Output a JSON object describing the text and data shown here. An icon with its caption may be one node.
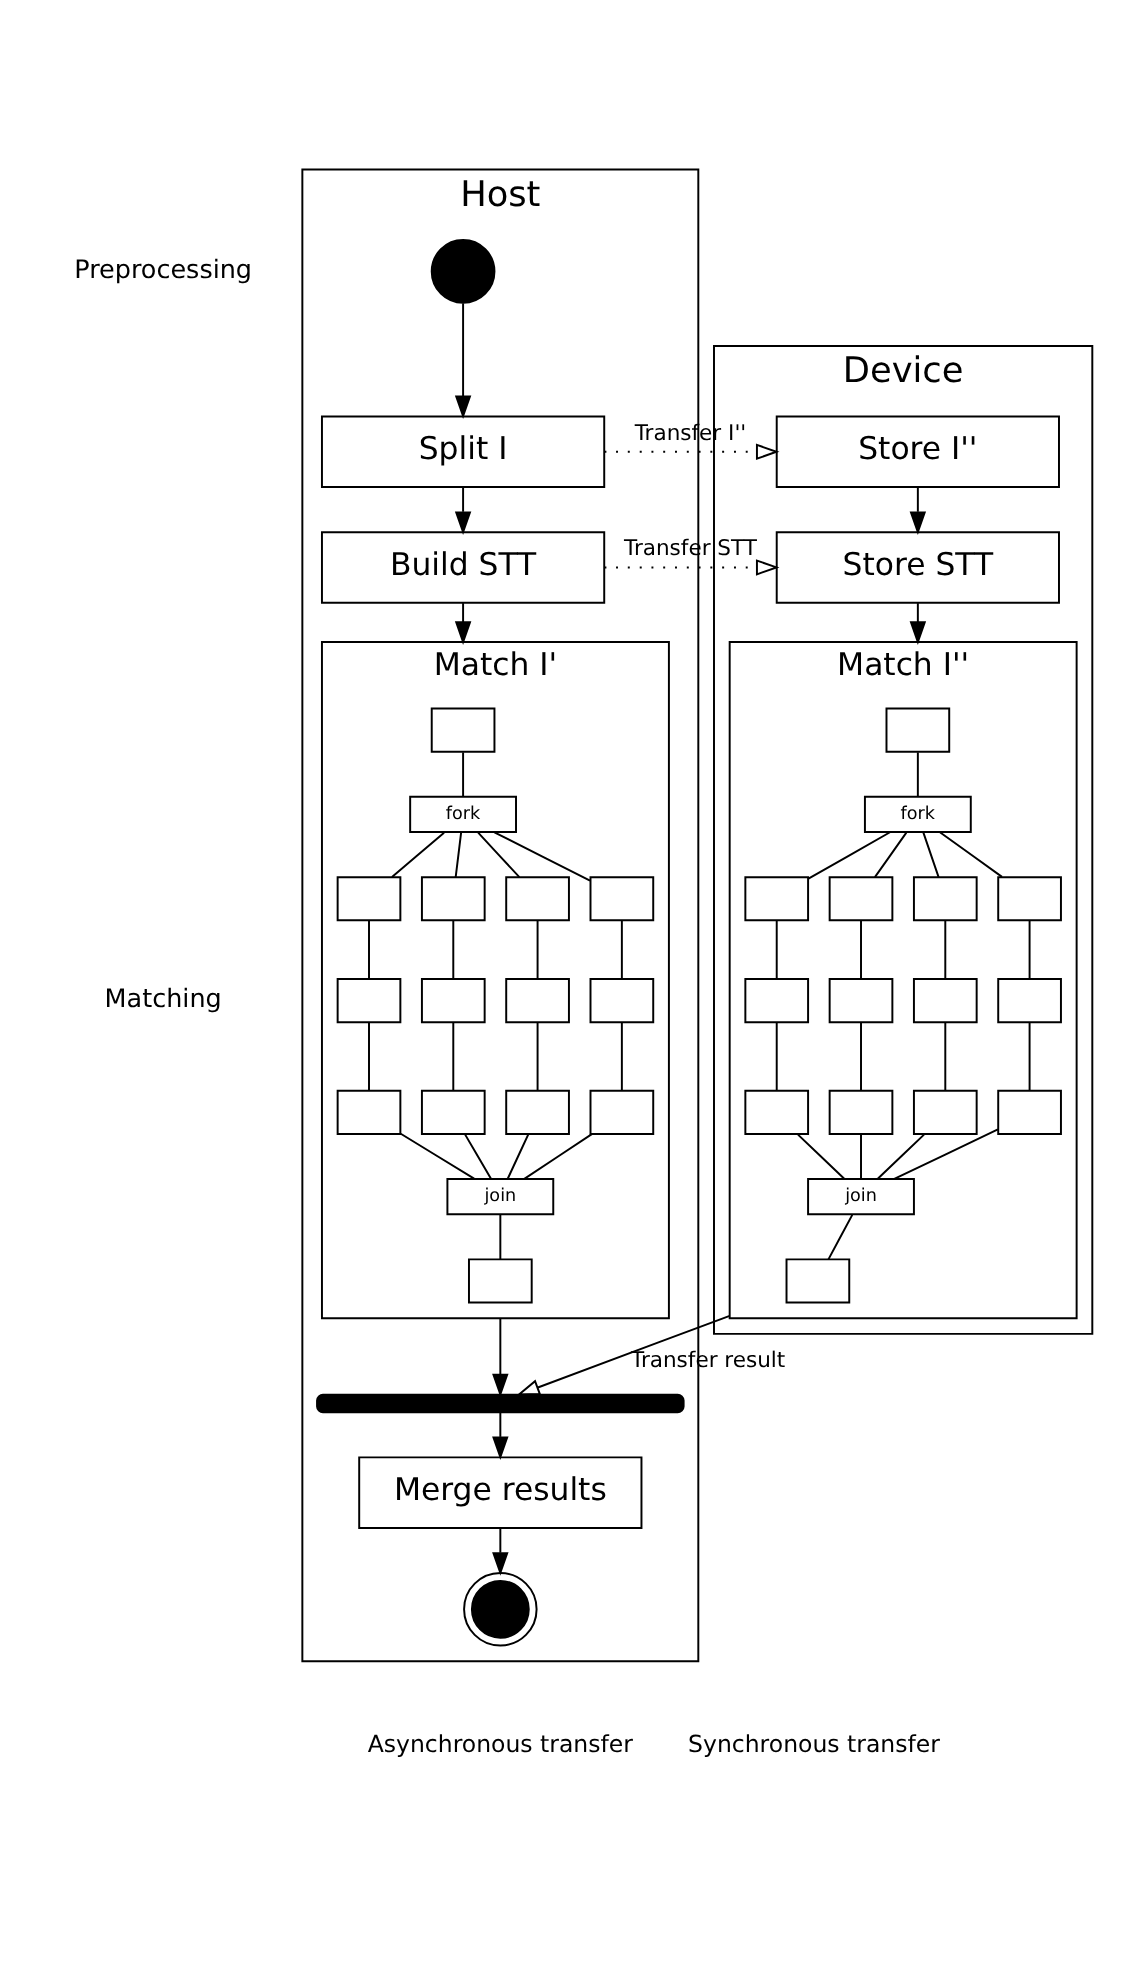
{
  "diagram": {
    "nodes": [
      {
        "text": [
          "Host"
        ]
      },
      {
        "text": [
          "Device"
        ]
      },
      {
        "text": [],
        "shape": "circle",
        "in": 0
      },
      {
        "text": [
          "Split I"
        ],
        "in": 0
      },
      {
        "text": [
          "Build STT"
        ],
        "in": 0
      },
      {
        "text": [
          "Store I''"
        ],
        "in": 1
      },
      {
        "text": [
          "Store STT"
        ],
        "in": 1
      },
      {
        "text": [
          "Match I'"
        ],
        "in": 0
      },
      {
        "text": [],
        "shape": "box",
        "in": 7
      },
      {
        "text": [
          "fork"
        ],
        "in": 7
      },
      {
        "text": [],
        "shape": "box",
        "in": 7
      },
      {
        "text": [],
        "shape": "box",
        "in": 7
      },
      {
        "text": [],
        "shape": "box",
        "in": 7
      },
      {
        "text": [],
        "shape": "box",
        "in": 7
      },
      {
        "text": [],
        "shape": "box",
        "in": 7
      },
      {
        "text": [],
        "shape": "box",
        "in": 7
      },
      {
        "text": [],
        "shape": "box",
        "in": 7
      },
      {
        "text": [],
        "shape": "box",
        "in": 7
      },
      {
        "text": [],
        "shape": "box",
        "in": 7
      },
      {
        "text": [],
        "shape": "box",
        "in": 7
      },
      {
        "text": [],
        "shape": "box",
        "in": 7
      },
      {
        "text": [],
        "shape": "box",
        "in": 7
      },
      {
        "text": [
          "join"
        ],
        "in": 7
      },
      {
        "text": [],
        "shape": "box",
        "in": 7
      },
      {
        "text": [
          "Match I''"
        ],
        "in": 1
      },
      {
        "text": [],
        "shape": "box",
        "in": 24
      },
      {
        "text": [
          "fork"
        ],
        "in": 24
      },
      {
        "text": [],
        "shape": "box",
        "in": 24
      },
      {
        "text": [],
        "shape": "box",
        "in": 24
      },
      {
        "text": [],
        "shape": "box",
        "in": 24
      },
      {
        "text": [],
        "shape": "box",
        "in": 24
      },
      {
        "text": [],
        "shape": "box",
        "in": 24
      },
      {
        "text": [],
        "shape": "box",
        "in": 24
      },
      {
        "text": [],
        "shape": "box",
        "in": 24
      },
      {
        "text": [],
        "shape": "box",
        "in": 24
      },
      {
        "text": [],
        "shape": "box",
        "in": 24
      },
      {
        "text": [],
        "shape": "box",
        "in": 24
      },
      {
        "text": [],
        "shape": "box",
        "in": 24
      },
      {
        "text": [],
        "shape": "box",
        "in": 24
      },
      {
        "text": [
          "join"
        ],
        "in": 24
      },
      {
        "text": [],
        "shape": "box",
        "in": 24
      },
      {
        "text": [],
        "shape": "bar",
        "in": 0
      },
      {
        "text": [
          "Merge results"
        ],
        "in": 0
      },
      {
        "text": [],
        "shape": "circle",
        "in": 0
      }
    ],
    "edges": [
      {
        "from": 2,
        "to": 3,
        "arrow": "to"
      },
      {
        "from": 3,
        "to": 4,
        "arrow": "to"
      },
      {
        "from": 3,
        "to": 5,
        "arrow": "to",
        "label": "Transfer I''",
        "style": "dashed"
      },
      {
        "from": 4,
        "to": 6,
        "arrow": "to",
        "label": "Transfer STT",
        "style": "dashed"
      },
      {
        "from": 5,
        "to": 6,
        "arrow": "to"
      },
      {
        "from": 4,
        "to": 7,
        "arrow": "to"
      },
      {
        "from": 6,
        "to": 24,
        "arrow": "to"
      },
      {
        "from": 8,
        "to": 9,
        "arrow": "none"
      },
      {
        "from": 9,
        "to": 10,
        "arrow": "none"
      },
      {
        "from": 9,
        "to": 11,
        "arrow": "none"
      },
      {
        "from": 9,
        "to": 12,
        "arrow": "none"
      },
      {
        "from": 9,
        "to": 13,
        "arrow": "none"
      },
      {
        "from": 10,
        "to": 14,
        "arrow": "none"
      },
      {
        "from": 11,
        "to": 15,
        "arrow": "none"
      },
      {
        "from": 12,
        "to": 16,
        "arrow": "none"
      },
      {
        "from": 13,
        "to": 17,
        "arrow": "none"
      },
      {
        "from": 14,
        "to": 18,
        "arrow": "none"
      },
      {
        "from": 15,
        "to": 19,
        "arrow": "none"
      },
      {
        "from": 16,
        "to": 20,
        "arrow": "none"
      },
      {
        "from": 17,
        "to": 21,
        "arrow": "none"
      },
      {
        "from": 18,
        "to": 22,
        "arrow": "none"
      },
      {
        "from": 19,
        "to": 22,
        "arrow": "none"
      },
      {
        "from": 20,
        "to": 22,
        "arrow": "none"
      },
      {
        "from": 21,
        "to": 22,
        "arrow": "none"
      },
      {
        "from": 22,
        "to": 23,
        "arrow": "none"
      },
      {
        "from": 25,
        "to": 26,
        "arrow": "none"
      },
      {
        "from": 26,
        "to": 27,
        "arrow": "none"
      },
      {
        "from": 26,
        "to": 28,
        "arrow": "none"
      },
      {
        "from": 26,
        "to": 29,
        "arrow": "none"
      },
      {
        "from": 26,
        "to": 30,
        "arrow": "none"
      },
      {
        "from": 27,
        "to": 31,
        "arrow": "none"
      },
      {
        "from": 28,
        "to": 32,
        "arrow": "none"
      },
      {
        "from": 29,
        "to": 33,
        "arrow": "none"
      },
      {
        "from": 30,
        "to": 34,
        "arrow": "none"
      },
      {
        "from": 31,
        "to": 35,
        "arrow": "none"
      },
      {
        "from": 32,
        "to": 36,
        "arrow": "none"
      },
      {
        "from": 33,
        "to": 37,
        "arrow": "none"
      },
      {
        "from": 34,
        "to": 38,
        "arrow": "none"
      },
      {
        "from": 35,
        "to": 39,
        "arrow": "none"
      },
      {
        "from": 36,
        "to": 39,
        "arrow": "none"
      },
      {
        "from": 37,
        "to": 39,
        "arrow": "none"
      },
      {
        "from": 38,
        "to": 39,
        "arrow": "none"
      },
      {
        "from": 39,
        "to": 40,
        "arrow": "none"
      },
      {
        "from": 7,
        "to": 41,
        "arrow": "to"
      },
      {
        "from": 24,
        "to": 41,
        "arrow": "to",
        "label": "Transfer result"
      },
      {
        "from": 41,
        "to": 42,
        "arrow": "to"
      },
      {
        "from": 42,
        "to": 43,
        "arrow": "to"
      }
    ],
    "labels": [
      "Preprocessing",
      "Matching"
    ],
    "legend": [
      {
        "text": "Asynchronous transfer"
      },
      {
        "text": "Synchronous transfer"
      }
    ]
  }
}
